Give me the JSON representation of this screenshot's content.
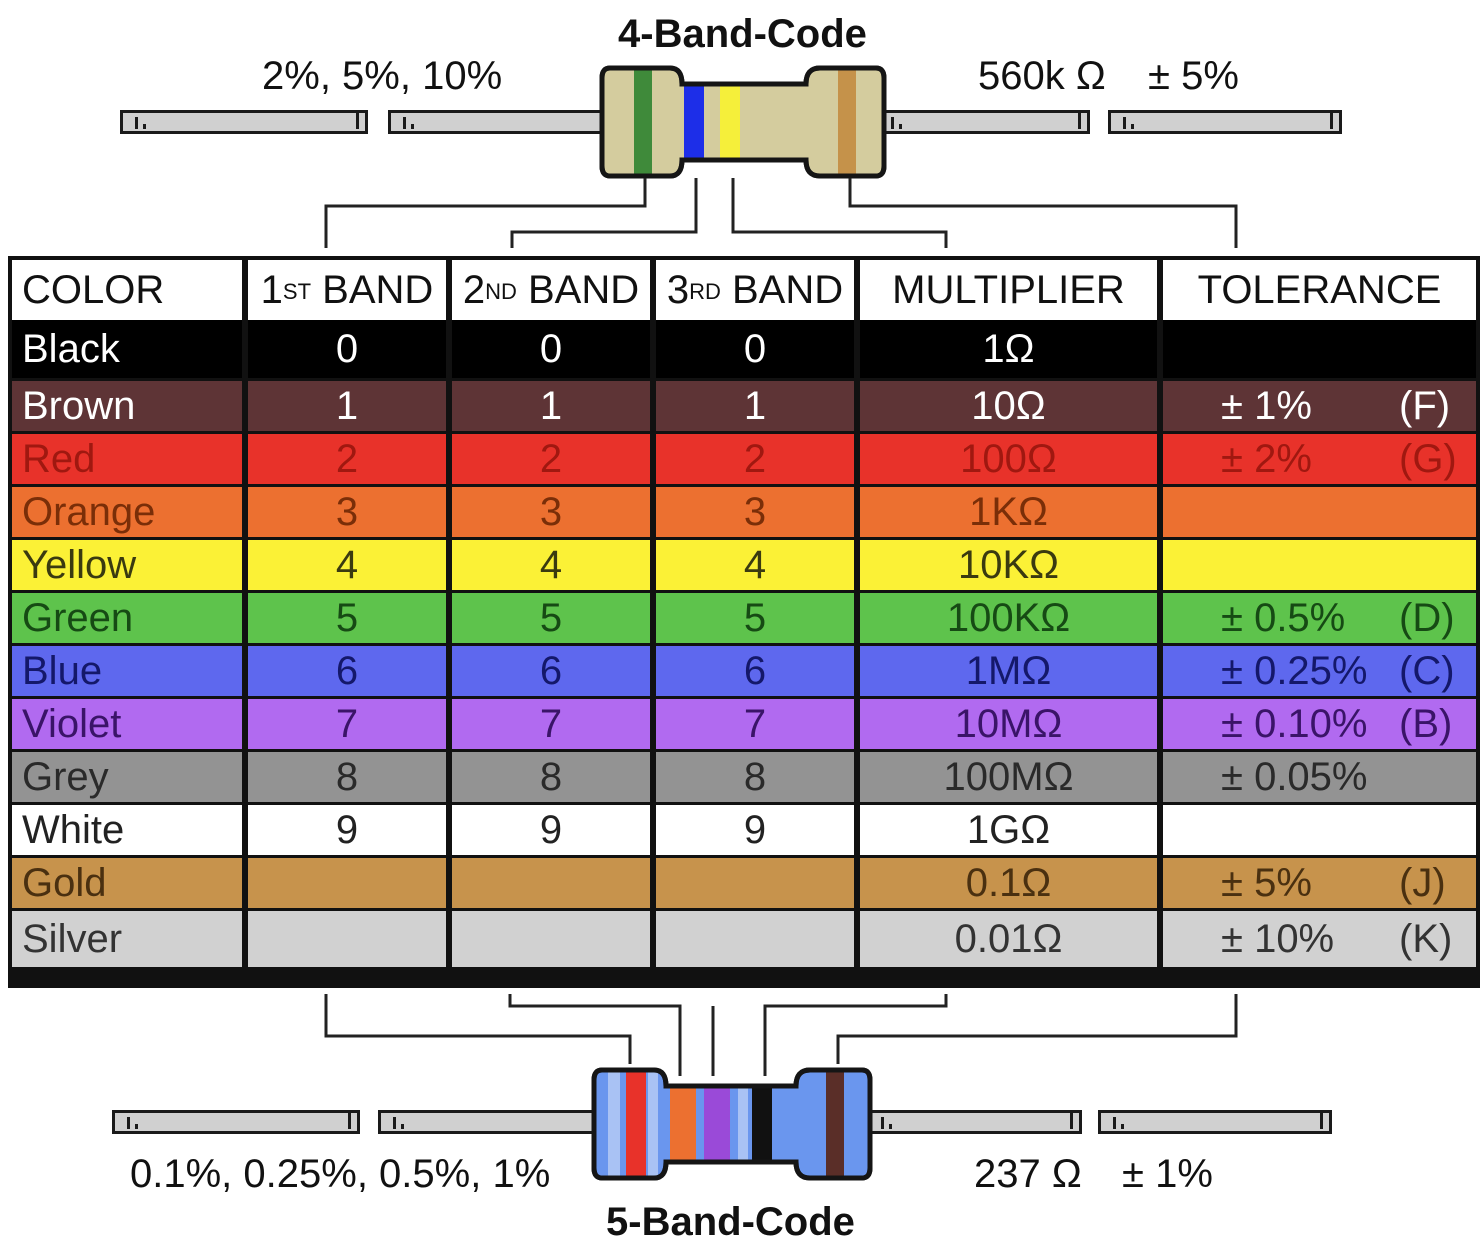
{
  "top": {
    "title": "4-Band-Code",
    "tolerance_options": "2%, 5%, 10%",
    "example_value": "560k Ω",
    "example_tolerance": "± 5%",
    "bands": [
      "#3f8a3a",
      "#1d2ee8",
      "#f5ef3a",
      "#c5924a"
    ]
  },
  "bottom": {
    "title": "5-Band-Code",
    "tolerance_options": "0.1%, 0.25%, 0.5%, 1%",
    "example_value": "237 Ω",
    "example_tolerance": "± 1%",
    "bands": [
      "#e8322a",
      "#ec7030",
      "#9a4ad8",
      "#111111",
      "#5a2e28"
    ]
  },
  "table": {
    "headers": {
      "color": "COLOR",
      "band1": "1",
      "band1_sup": "ST",
      "band2": "2",
      "band2_sup": "ND",
      "band3": "3",
      "band3_sup": "RD",
      "band_word": "BAND",
      "multiplier": "MULTIPLIER",
      "tolerance": "TOLERANCE"
    },
    "rows": [
      {
        "name": "Black",
        "d1": "0",
        "d2": "0",
        "d3": "0",
        "mult": "1Ω",
        "tol": "",
        "code": "",
        "bg": "#000000",
        "fg": "#ffffff"
      },
      {
        "name": "Brown",
        "d1": "1",
        "d2": "1",
        "d3": "1",
        "mult": "10Ω",
        "tol": "± 1%",
        "code": "(F)",
        "bg": "#5e3436",
        "fg": "#ffffff"
      },
      {
        "name": "Red",
        "d1": "2",
        "d2": "2",
        "d3": "2",
        "mult": "100Ω",
        "tol": "± 2%",
        "code": "(G)",
        "bg": "#e8322a",
        "fg": "#a01810"
      },
      {
        "name": "Orange",
        "d1": "3",
        "d2": "3",
        "d3": "3",
        "mult": "1KΩ",
        "tol": "",
        "code": "",
        "bg": "#ec7030",
        "fg": "#7a2e08"
      },
      {
        "name": "Yellow",
        "d1": "4",
        "d2": "4",
        "d3": "4",
        "mult": "10KΩ",
        "tol": "",
        "code": "",
        "bg": "#fbf136",
        "fg": "#3a3a10"
      },
      {
        "name": "Green",
        "d1": "5",
        "d2": "5",
        "d3": "5",
        "mult": "100KΩ",
        "tol": "± 0.5%",
        "code": "(D)",
        "bg": "#5ec34c",
        "fg": "#164a14"
      },
      {
        "name": "Blue",
        "d1": "6",
        "d2": "6",
        "d3": "6",
        "mult": "1MΩ",
        "tol": "± 0.25%",
        "code": "(C)",
        "bg": "#5e68ee",
        "fg": "#14186a"
      },
      {
        "name": "Violet",
        "d1": "7",
        "d2": "7",
        "d3": "7",
        "mult": "10MΩ",
        "tol": "± 0.10%",
        "code": "(B)",
        "bg": "#b16af0",
        "fg": "#3a1468"
      },
      {
        "name": "Grey",
        "d1": "8",
        "d2": "8",
        "d3": "8",
        "mult": "100MΩ",
        "tol": "± 0.05%",
        "code": "",
        "bg": "#939393",
        "fg": "#2a2a2a"
      },
      {
        "name": "White",
        "d1": "9",
        "d2": "9",
        "d3": "9",
        "mult": "1GΩ",
        "tol": "",
        "code": "",
        "bg": "#ffffff",
        "fg": "#222222"
      },
      {
        "name": "Gold",
        "d1": "",
        "d2": "",
        "d3": "",
        "mult": "0.1Ω",
        "tol": "± 5%",
        "code": "(J)",
        "bg": "#c7934c",
        "fg": "#4a3010"
      },
      {
        "name": "Silver",
        "d1": "",
        "d2": "",
        "d3": "",
        "mult": "0.01Ω",
        "tol": "± 10%",
        "code": "(K)",
        "bg": "#d1d1d1",
        "fg": "#333333"
      }
    ]
  }
}
